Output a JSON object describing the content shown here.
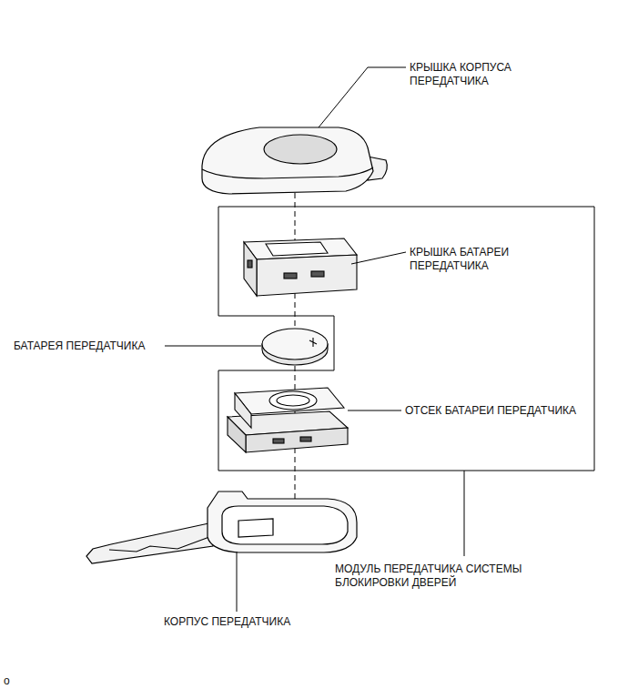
{
  "diagram": {
    "labels": [
      "КРЫШКА КОРПУСА ПЕРЕДАТЧИКА",
      "КРЫШКА БАТАРЕИ ПЕРЕДАТЧИКА",
      "БАТАРЕЯ ПЕРЕДАТЧИКА",
      "ОТСЕК БАТАРЕИ ПЕРЕДАТЧИКА",
      "МОДУЛЬ ПЕРЕДАТЧИКА СИСТЕМЫ БЛОКИРОВКИ ДВЕРЕЙ",
      "КОРПУС ПЕРЕДАТЧИКА",
      "o"
    ]
  }
}
